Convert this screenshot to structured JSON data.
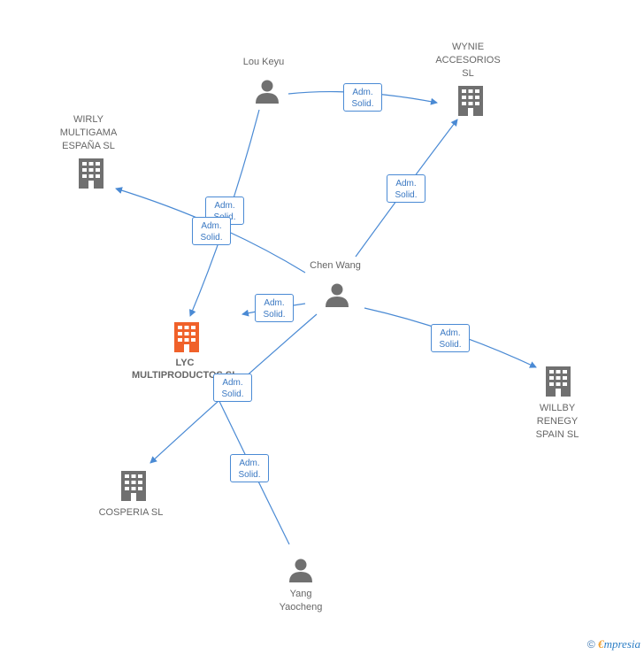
{
  "colors": {
    "edge": "#4a8ad4",
    "node_icon": "#707070",
    "main_company": "#f0612a",
    "label_text": "#666666",
    "box_border": "#4a8ad4"
  },
  "nodes": {
    "lou_keyu": {
      "label": "Lou Keyu",
      "icon": "person-icon"
    },
    "wynie": {
      "label": "WYNIE\nACCESORIOS\nSL",
      "icon": "building-icon"
    },
    "wirly": {
      "label": "WIRLY\nMULTIGAMA\nESPAÑA SL",
      "icon": "building-icon"
    },
    "chen_wang": {
      "label": "Chen Wang",
      "icon": "person-icon"
    },
    "lyc": {
      "label": "LYC\nMULTIPRODUCTOS SL",
      "icon": "building-icon"
    },
    "willby": {
      "label": "WILLBY\nRENEGY\nSPAIN SL",
      "icon": "building-icon"
    },
    "cosperia": {
      "label": "COSPERIA SL",
      "icon": "building-icon"
    },
    "yang": {
      "label": "Yang\nYaocheng",
      "icon": "person-icon"
    }
  },
  "relation": {
    "line1": "Adm.",
    "line2": "Solid."
  },
  "footer": {
    "copyright": "©",
    "brand_initial": "€",
    "brand_rest": "mpresia"
  }
}
